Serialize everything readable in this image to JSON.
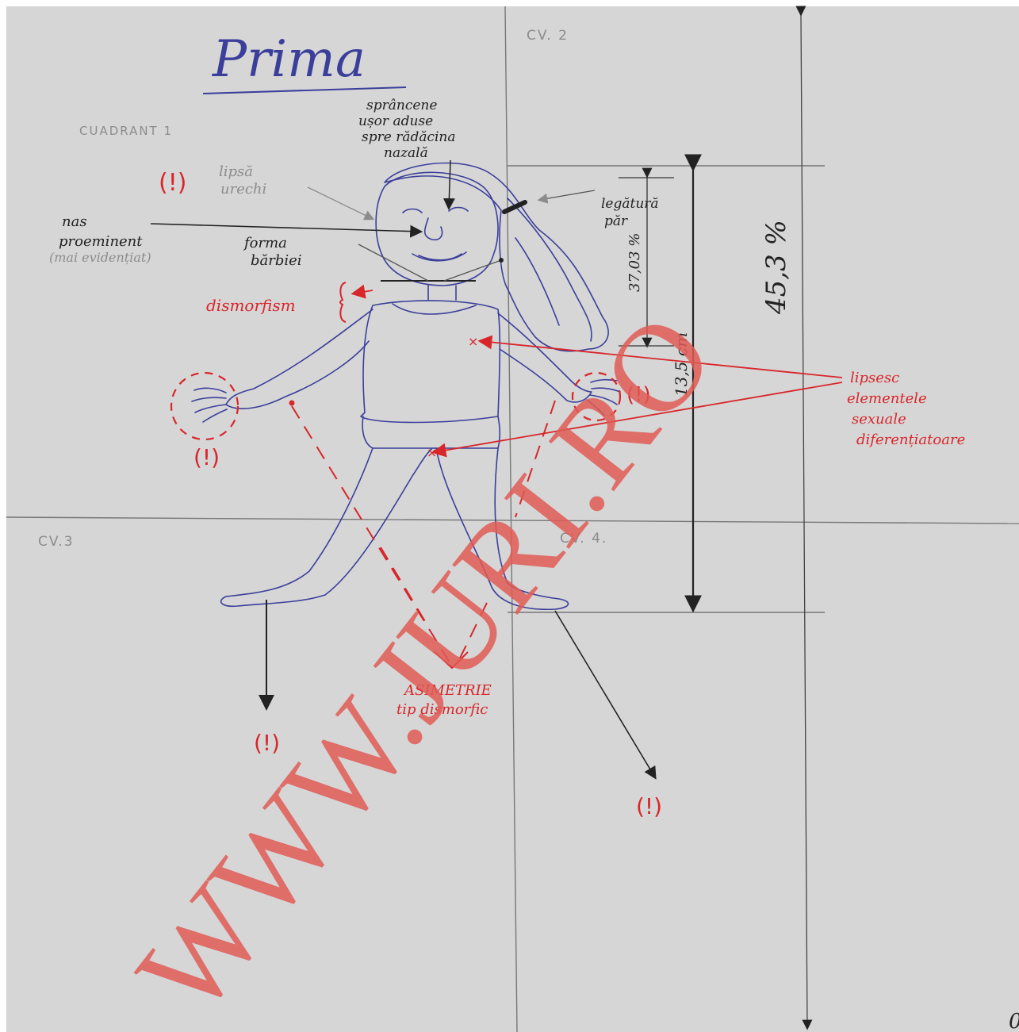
{
  "title": "Prima",
  "quadrants": {
    "q1": "CUADRANT 1",
    "q2": "CV. 2",
    "q3": "CV.3",
    "q4": "CV. 4."
  },
  "annotations": {
    "eyebrows": [
      "sprâncene",
      "ușor aduse",
      "spre rădăcina",
      "nazală"
    ],
    "missing_ears": [
      "lipsă",
      "urechi"
    ],
    "nose": [
      "nas",
      "proeminent",
      "(mai evidențiat)"
    ],
    "chin": [
      "forma",
      "bărbiei"
    ],
    "hair_tie": [
      "legătură",
      "păr"
    ],
    "dysmorphism": "dismorfism",
    "missing_sex_elements": [
      "lipsesc",
      "elementele",
      "sexuale",
      "diferențiatoare"
    ],
    "asymmetry": [
      "ASIMETRIE",
      "tip dismorfic"
    ],
    "warning_mark": "(!)"
  },
  "measurements": {
    "head_ratio": "37,03 %",
    "figure_height": "13,5 cm",
    "page_ratio": "45,3 %"
  },
  "watermark": "WWW.JURI.RO",
  "corner_mark": "0",
  "colors": {
    "paper": "#d6d6d6",
    "pencil_blue": "#3b3f9a",
    "ink": "#222222",
    "grey_pencil": "#8c8c8c",
    "red_annotation": "#d8262a",
    "watermark_red": "#e05a55"
  }
}
